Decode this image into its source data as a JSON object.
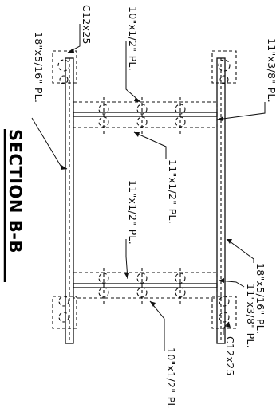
{
  "title": "SECTION B-B",
  "labels": {
    "c12_top": "C12x25",
    "pl_10_top": "10\"x1/2\" PL.",
    "pl_11x38_top": "11\"x3/8\" PL.",
    "pl_18_left": "18\"x5/16\" PL.",
    "pl_11x12_mid_right": "11\"x1/2\" PL.",
    "pl_11x12_mid_left": "11\"x1/2\" PL.",
    "pl_18_right": "18\"x5/16\" PL.",
    "pl_11x38_bottom": "11\"x3/8\" PL.",
    "pl_10_bottom": "10\"x1/2\" PL.",
    "c12_bottom": "C12x25"
  }
}
